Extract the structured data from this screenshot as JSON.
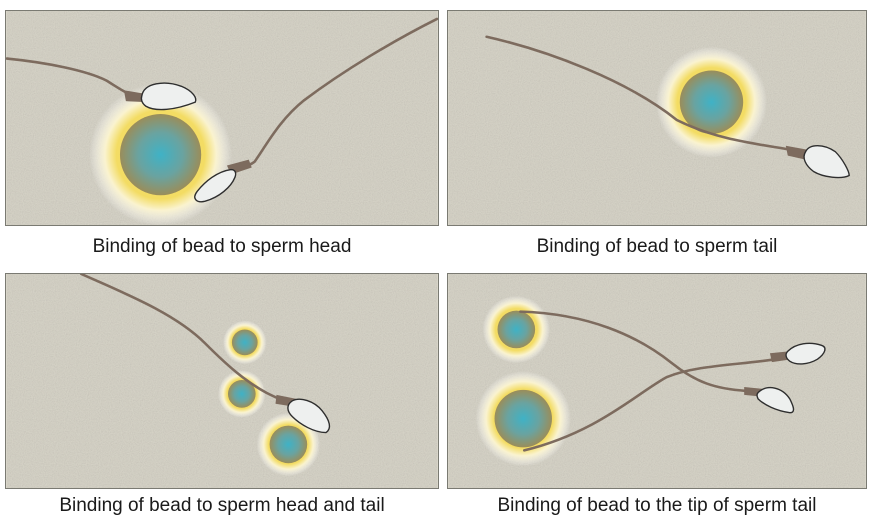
{
  "panels": [
    {
      "id": "head",
      "caption": "Binding of bead to sperm head"
    },
    {
      "id": "tail",
      "caption": "Binding of bead to sperm tail"
    },
    {
      "id": "head-tail",
      "caption": "Binding of bead to sperm head and tail"
    },
    {
      "id": "tip",
      "caption": "Binding of bead to the tip of sperm tail"
    }
  ],
  "colors": {
    "background": "#d8d5c9",
    "bead_core": "#4fa6b4",
    "bead_ring": "#f2d85a",
    "sperm_tail": "#7d6b5e",
    "sperm_head": "#eef0ef"
  }
}
